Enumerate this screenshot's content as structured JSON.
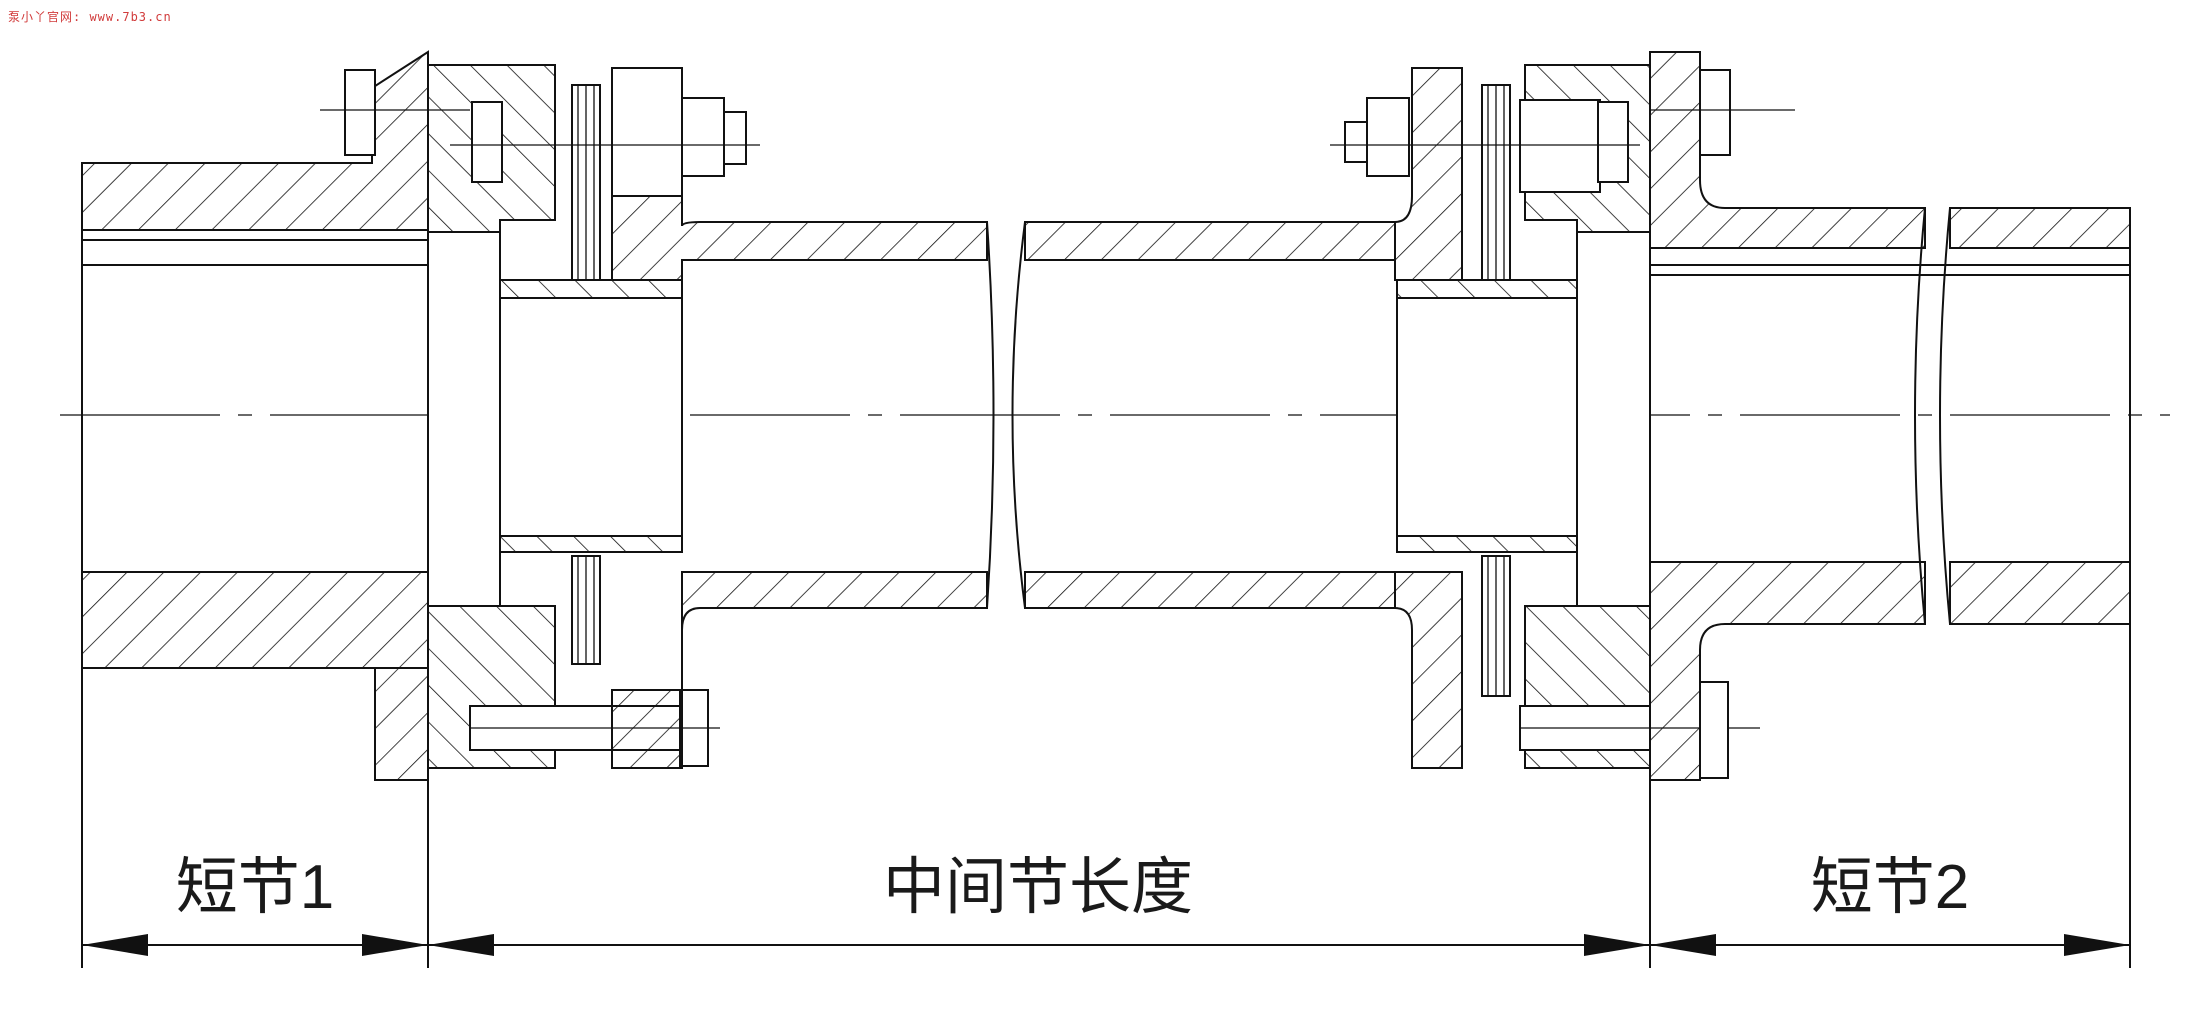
{
  "watermark": "泵小丫官网: www.7b3.cn",
  "dimensions": [
    {
      "label": "短节1"
    },
    {
      "label": "中间节长度"
    },
    {
      "label": "短节2"
    }
  ]
}
